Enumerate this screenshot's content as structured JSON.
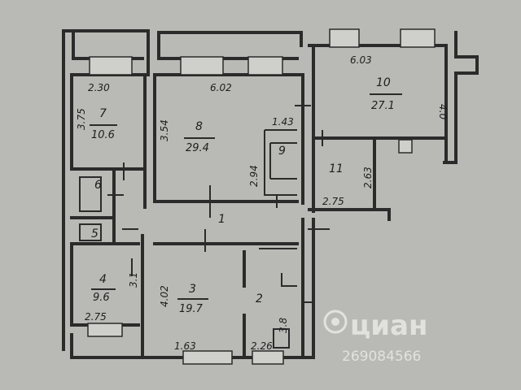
{
  "plan": {
    "rooms": [
      {
        "number": "7",
        "area": "10.6"
      },
      {
        "number": "8",
        "area": "29.4"
      },
      {
        "number": "9",
        "area": ""
      },
      {
        "number": "10",
        "area": "27.1"
      },
      {
        "number": "11",
        "area": ""
      },
      {
        "number": "6",
        "area": ""
      },
      {
        "number": "5",
        "area": ""
      },
      {
        "number": "1",
        "area": ""
      },
      {
        "number": "4",
        "area": "9.6"
      },
      {
        "number": "3",
        "area": "19.7"
      },
      {
        "number": "2",
        "area": ""
      }
    ],
    "dimensions": [
      "2.30",
      "6.02",
      "6.03",
      "3.75",
      "3.54",
      "1.43",
      "2.94",
      "4.0",
      "2.63",
      "2.75",
      "3.1",
      "2.75",
      "4.02",
      "1.63",
      "2.26",
      "3.8"
    ]
  },
  "watermark": {
    "brand": "циан",
    "id": "269084566"
  }
}
